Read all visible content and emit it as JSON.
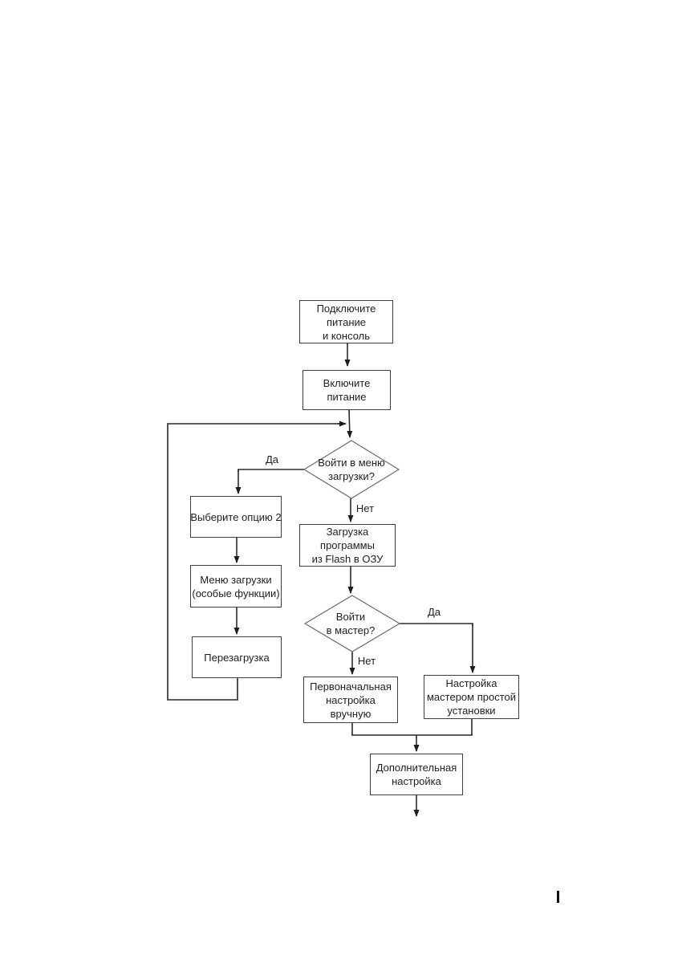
{
  "page": {
    "background": "#ffffff",
    "ink_color": "#1f1f1f",
    "connector_color": "#2a2a2a",
    "box_border_color": "#3f3f3f",
    "diamond_stroke_color": "#6b6b6b"
  },
  "flowchart": {
    "nodes": {
      "connect_power": {
        "line1": "Подключите",
        "line2": "питание",
        "line3": "и консоль"
      },
      "power_on": {
        "line1": "Включите",
        "line2": "питание"
      },
      "boot_menu_decision": {
        "line1": "Войти в меню",
        "line2": "загрузки?"
      },
      "select_option": {
        "line1": "Выберите опцию 2"
      },
      "boot_menu": {
        "line1": "Меню загрузки",
        "line2": "(особые функции)"
      },
      "reboot": {
        "line1": "Перезагрузка"
      },
      "load_program": {
        "line1": "Загрузка",
        "line2": "программы",
        "line3": "из Flash в ОЗУ"
      },
      "wizard_decision": {
        "line1": "Войти",
        "line2": "в мастер?"
      },
      "manual_setup": {
        "line1": "Первоначальная",
        "line2": "настройка",
        "line3": "вручную"
      },
      "wizard_setup": {
        "line1": "Настройка",
        "line2": "мастером простой",
        "line3": "установки"
      },
      "additional_setup": {
        "line1": "Дополнительная",
        "line2": "настройка"
      }
    },
    "edge_labels": {
      "boot_menu_yes": "Да",
      "boot_menu_no": "Нет",
      "wizard_yes": "Да",
      "wizard_no": "Нет"
    }
  }
}
